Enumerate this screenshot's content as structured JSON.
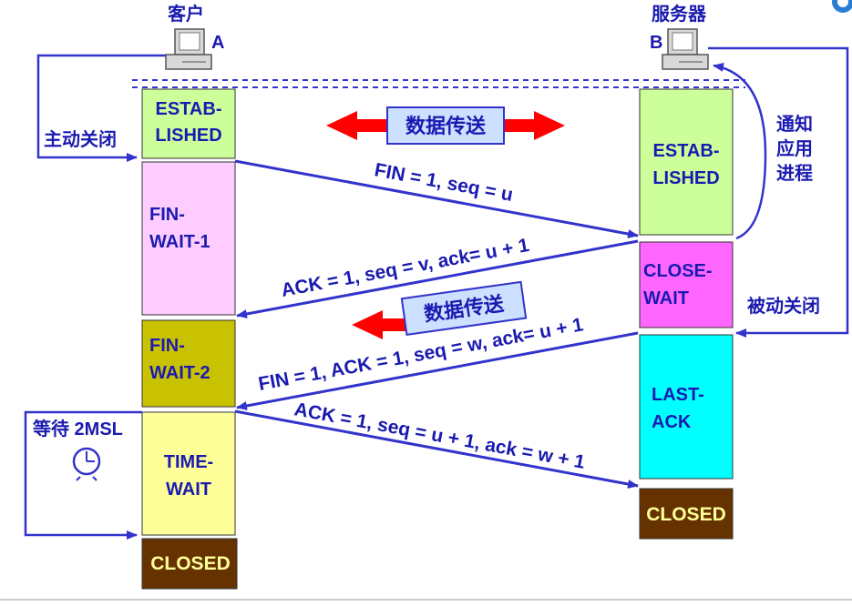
{
  "client": {
    "title": "客户",
    "letter": "A"
  },
  "server": {
    "title": "服务器",
    "letter": "B"
  },
  "client_states": [
    {
      "lines": [
        "ESTAB-",
        "LISHED"
      ],
      "fill": "#ccff99",
      "text_color": "#1a1ab0"
    },
    {
      "lines": [
        "FIN-",
        "WAIT-1"
      ],
      "fill": "#ffccff",
      "text_color": "#1a1ab0"
    },
    {
      "lines": [
        "FIN-",
        "WAIT-2"
      ],
      "fill": "#c9c200",
      "text_color": "#1a1ab0"
    },
    {
      "lines": [
        "TIME-",
        "WAIT"
      ],
      "fill": "#ffff99",
      "text_color": "#1a1ab0"
    },
    {
      "lines": [
        "CLOSED"
      ],
      "fill": "#663300",
      "text_color": "#ffff99"
    }
  ],
  "server_states": [
    {
      "lines": [
        "ESTAB-",
        "LISHED"
      ],
      "fill": "#ccff99",
      "text_color": "#1a1ab0"
    },
    {
      "lines": [
        "CLOSE-",
        "WAIT"
      ],
      "fill": "#ff66ff",
      "text_color": "#1a1ab0"
    },
    {
      "lines": [
        "LAST-",
        "ACK"
      ],
      "fill": "#00ffff",
      "text_color": "#1a1ab0"
    },
    {
      "lines": [
        "CLOSED"
      ],
      "fill": "#663300",
      "text_color": "#ffff99"
    }
  ],
  "messages": [
    {
      "label": "FIN = 1, seq = u"
    },
    {
      "label": "ACK = 1, seq = v, ack= u + 1"
    },
    {
      "label": "FIN = 1, ACK = 1, seq = w, ack= u + 1"
    },
    {
      "label": "ACK = 1, seq = u + 1, ack = w + 1"
    }
  ],
  "data_transfer": {
    "label_1": "数据传送",
    "label_2": "数据传送"
  },
  "annotations": {
    "active_close": "主动关闭",
    "passive_close": "被动关闭",
    "notify_app": [
      "通知",
      "应用",
      "进程"
    ],
    "wait_2msl": "等待 2MSL"
  },
  "colors": {
    "arrow": "#3333cc",
    "text": "#1a1ab0",
    "red_arrow": "#ff0000"
  }
}
